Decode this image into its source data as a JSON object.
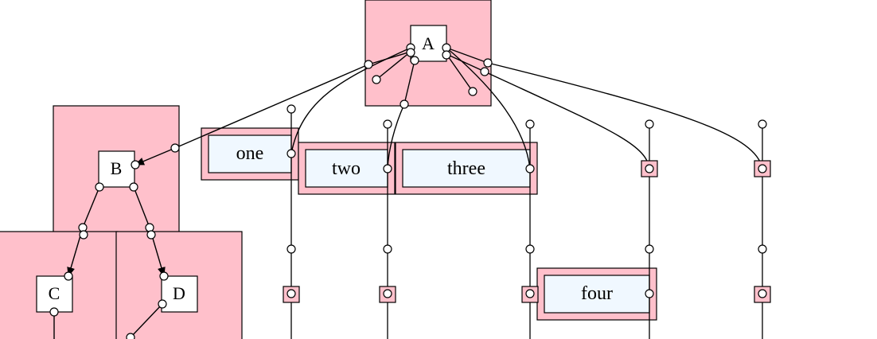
{
  "diagram": {
    "nodes": {
      "a": "A",
      "b": "B",
      "c": "C",
      "d": "D"
    },
    "record_labels": {
      "one": "one",
      "two": "two",
      "three": "three",
      "four": "four"
    },
    "colors": {
      "cluster_fill": "#ffc0cb",
      "record_fill": "#f0f8ff",
      "stroke": "#000000",
      "background": "#ffffff"
    }
  }
}
